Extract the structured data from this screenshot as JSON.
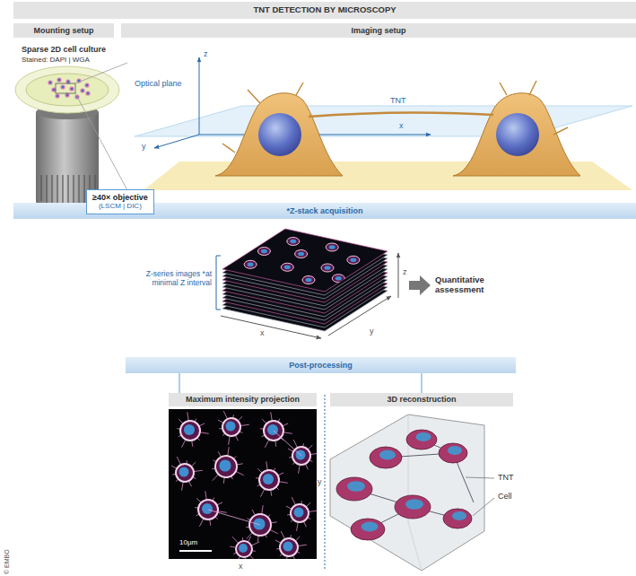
{
  "diagram": {
    "title": "TNT DETECTION BY MICROSCOPY",
    "nodes": [
      {
        "text": [
          "Mounting setup"
        ]
      },
      {
        "text": [
          "Imaging setup"
        ]
      },
      {
        "text": [
          "≥40× objective",
          "(LSCM | DIC)"
        ]
      },
      {
        "text": [
          "*Z-stack acquisition"
        ]
      },
      {
        "text": [
          "Post-processing"
        ]
      },
      {
        "text": [
          "Maximum intensity projection"
        ]
      },
      {
        "text": [
          "3D reconstruction"
        ]
      }
    ],
    "labels": [
      "Sparse 2D cell culture",
      "Stained: DAPI | WGA",
      "Optical plane",
      "z",
      "y",
      "TNT",
      "x",
      "Z-series images *at minimal Z interval",
      "z",
      "x",
      "y",
      "Quantitative assessment",
      "10µm",
      "y",
      "x",
      "TNT",
      "Cell",
      "© EMBO"
    ]
  }
}
